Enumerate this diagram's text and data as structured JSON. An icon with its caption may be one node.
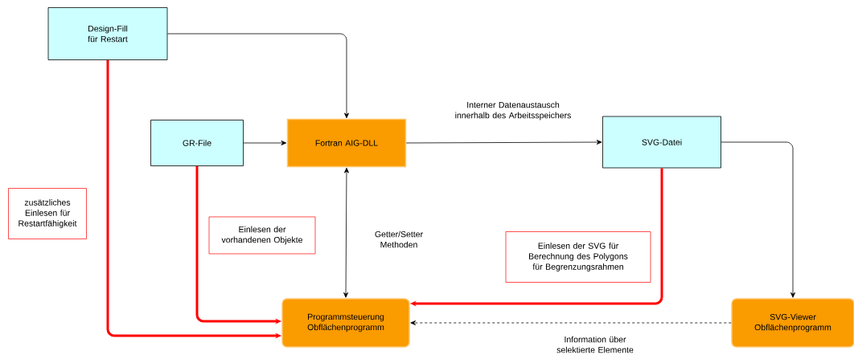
{
  "diagram": {
    "nodes": [
      {
        "text": [
          "Design-Fill für Restart"
        ]
      },
      {
        "text": [
          "GR-File"
        ]
      },
      {
        "text": [
          "Fortran AIG-DLL"
        ]
      },
      {
        "text": [
          "SVG-Datei"
        ]
      },
      {
        "text": [
          "Programmsteuerung Obflächenprogramm"
        ]
      },
      {
        "text": [
          "SVG-Viewer Obflächenprogramm"
        ]
      },
      {
        "text": [
          "zusätzliches Einlesen für Restartfähigkeit"
        ]
      },
      {
        "text": [
          "Einlesen der vorhandenen Objekte"
        ]
      },
      {
        "text": [
          "Einlesen der SVG für Berechnung des Polygons für Begrenzungsrahmen"
        ]
      }
    ],
    "edges": [
      {
        "from": 0,
        "to": 2,
        "arrow": "to"
      },
      {
        "from": 1,
        "to": 2,
        "arrow": "to"
      },
      {
        "from": 2,
        "to": 3,
        "arrow": "to",
        "label": "Interner Datenaustausch innerhalb des Arbeitsspeichers"
      },
      {
        "from": 2,
        "to": 4,
        "arrow": "both",
        "label": "Getter/Setter Methoden"
      },
      {
        "from": 3,
        "to": 5,
        "arrow": "to"
      },
      {
        "from": 3,
        "to": 4,
        "arrow": "to",
        "style": "thick",
        "color": "#ff0000"
      },
      {
        "from": 1,
        "to": 4,
        "arrow": "to",
        "style": "thick",
        "color": "#ff0000"
      },
      {
        "from": 0,
        "to": 4,
        "arrow": "to",
        "style": "thick",
        "color": "#ff0000"
      },
      {
        "from": 5,
        "to": 4,
        "arrow": "to",
        "style": "dashed",
        "label": "Information über selektierte Elemente"
      }
    ]
  }
}
